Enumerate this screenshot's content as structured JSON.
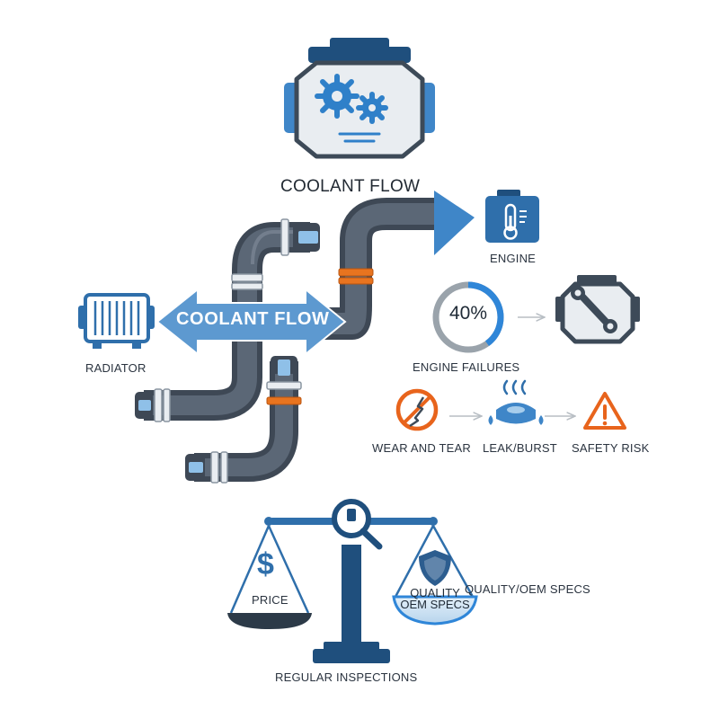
{
  "header": {
    "title": "COOLANT FLOW"
  },
  "flow_arrow": {
    "label": "COOLANT  FLOW"
  },
  "components": {
    "engine_label": "ENGINE",
    "radiator_label": "RADIATOR"
  },
  "failure_stat": {
    "value_text": "40%",
    "fraction": 0.4,
    "label": "ENGINE FAILURES"
  },
  "process_chain": {
    "steps": [
      "WEAR AND TEAR",
      "LEAK/BURST",
      "SAFETY RISK"
    ]
  },
  "balance": {
    "left_pan": {
      "symbol": "$",
      "label": "PRICE"
    },
    "right_pan": {
      "line1": "QUALITY",
      "line2": "OEM SPECS"
    },
    "side_label": "QUALITY/OEM SPECS",
    "base_label": "REGULAR INSPECTIONS"
  },
  "colors": {
    "accent_blue": "#3f86c8",
    "dark_blue": "#1f4f7d",
    "hose_gray": "#4a5564",
    "orange": "#e8741f",
    "warning_orange": "#e8641c",
    "progress_track": "#9aa3ab"
  },
  "icons": [
    "engine-gears-icon",
    "thermometer-icon",
    "radiator-icon",
    "check-engine-wrench-icon",
    "crack-prohibited-icon",
    "steam-leak-icon",
    "warning-triangle-icon",
    "magnifier-icon",
    "dollar-icon",
    "shield-icon"
  ]
}
